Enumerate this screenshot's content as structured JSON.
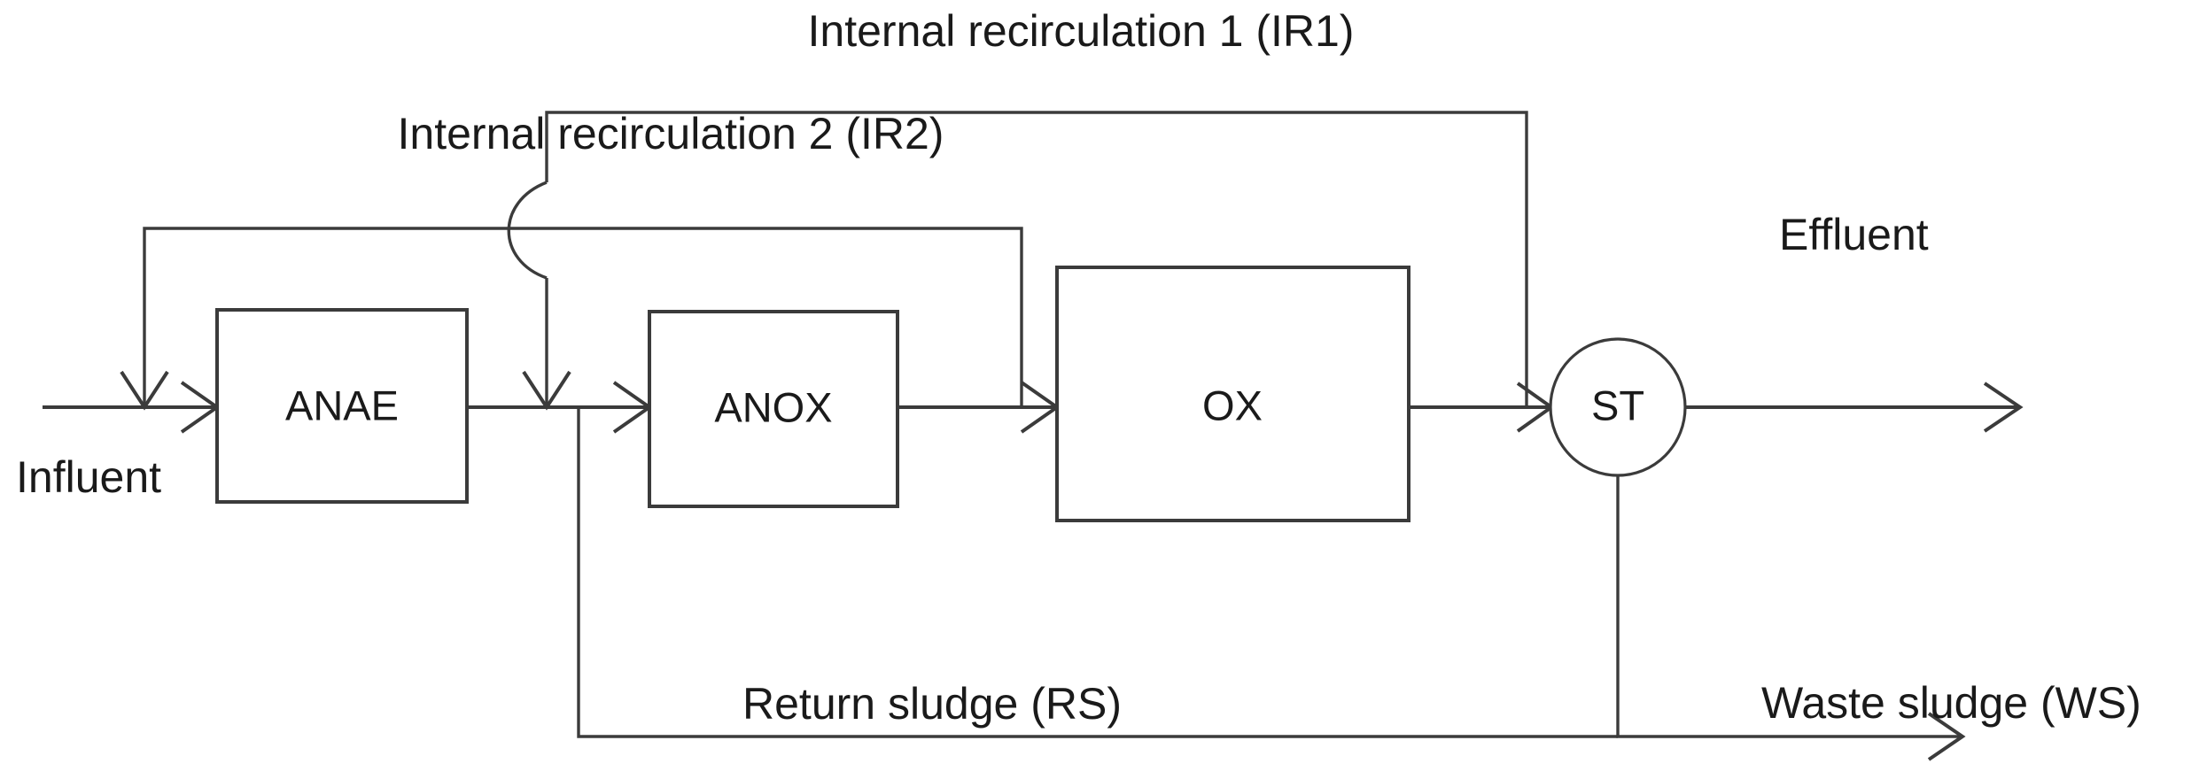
{
  "diagram": {
    "title": "Wastewater treatment process flow diagram",
    "background_color": "#ffffff",
    "line_color": "#3b3b3b",
    "text_color": "#1a1a1a"
  },
  "nodes": {
    "anae": {
      "label": "ANAE",
      "shape": "rectangle"
    },
    "anox": {
      "label": "ANOX",
      "shape": "rectangle"
    },
    "ox": {
      "label": "OX",
      "shape": "rectangle"
    },
    "st": {
      "label": "ST",
      "shape": "circle"
    }
  },
  "streams": {
    "influent": {
      "label": "Influent"
    },
    "effluent": {
      "label": "Effluent"
    },
    "ir1": {
      "label": "Internal recirculation 1 (IR1)"
    },
    "ir2": {
      "label": "Internal recirculation 2 (IR2)"
    },
    "rs": {
      "label": "Return sludge (RS)"
    },
    "ws": {
      "label": "Waste sludge (WS)"
    }
  }
}
